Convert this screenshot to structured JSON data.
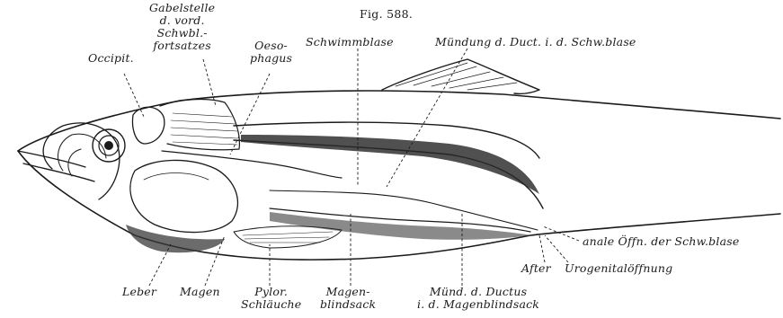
{
  "figure_number": "Fig. 588.",
  "labels": {
    "gabelstelle": [
      "Gabelstelle",
      "d. vord.",
      "Schwbl.-",
      "fortsatzes"
    ],
    "occipit": "Occipit.",
    "oesophagus": [
      "Oeso-",
      "phagus"
    ],
    "schwimmblase": "Schwimmblase",
    "muendung": "Mündung d. Duct. i. d. Schw.blase",
    "anale": "anale Öffn. der Schw.blase",
    "after": "After",
    "urogenital": "Urogenitalöffnung",
    "leber": "Leber",
    "magen": "Magen",
    "pylor": [
      "Pylor.",
      "Schläuche"
    ],
    "magenblindsack": [
      "Magen-",
      "blindsack"
    ],
    "muend_ductus": [
      "Münd. d. Ductus",
      "i. d. Magenblindsack"
    ]
  },
  "colors": {
    "ink": "#1a1a1a",
    "paper": "#ffffff"
  }
}
